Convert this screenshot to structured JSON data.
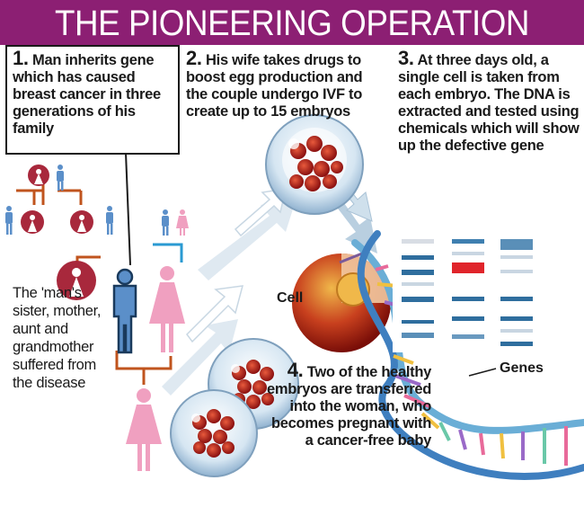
{
  "title": "THE PIONEERING OPERATION",
  "steps": [
    {
      "number": "1.",
      "text": "Man inherits gene which has caused breast cancer in three generations of his family"
    },
    {
      "number": "2.",
      "text": "His wife takes drugs to boost egg production and the couple undergo IVF to create up to 15 embryos"
    },
    {
      "number": "3.",
      "text": "At three days old, a single cell is taken from each embryo. The DNA is extracted and tested using chemicals which will show up the defective gene"
    },
    {
      "number": "4.",
      "text": "Two of the healthy embryos are transferred into the woman, who becomes pregnant with a cancer-free baby"
    }
  ],
  "side_note": "The 'man's sister, mother, aunt and grandmother suffered from the disease",
  "labels": {
    "cell": "Cell",
    "genes": "Genes"
  },
  "colors": {
    "header": "#8c1f73",
    "female": "#f0a0c0",
    "female_affected": "#a8283c",
    "male": "#5b8fc9",
    "tree_line": "#c0541e",
    "highlight_band": "#e0242a"
  }
}
